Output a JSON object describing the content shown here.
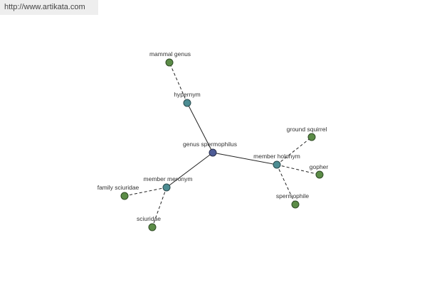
{
  "header": {
    "url": "http://www.artikata.com"
  },
  "graph": {
    "nodes": {
      "root": "genus spermophilus",
      "hypernym": "hypernym",
      "member_holonym": "member holonym",
      "member_meronym": "member meronym",
      "mammal_genus": "mammal genus",
      "ground_squirrel": "ground squirrel",
      "gopher": "gopher",
      "spermophile": "spermophile",
      "family_sciuridae": "family sciuridae",
      "sciuridae": "sciuridae"
    },
    "colors": {
      "root": "#4d5b96",
      "relation": "#4c8c92",
      "term": "#5b8c47"
    }
  }
}
